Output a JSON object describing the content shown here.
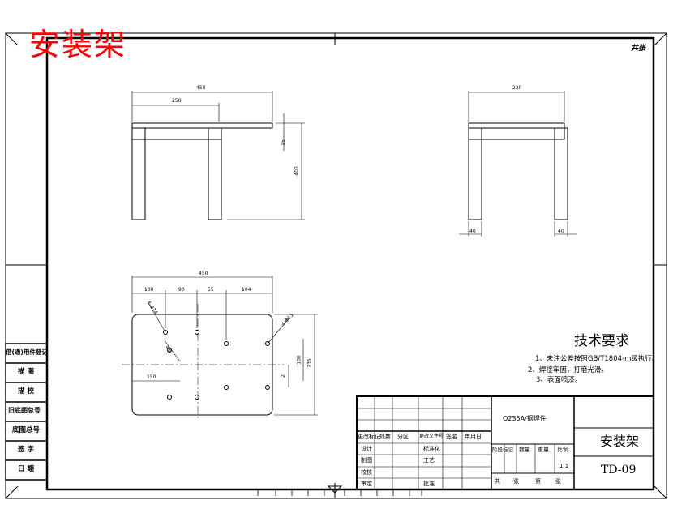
{
  "title_red": "安装架",
  "sheet_note": "共张",
  "technical_requirements": {
    "heading": "技术要求",
    "notes": [
      "1、未注公差按照GB/T1804-m级执行。",
      "2、焊接牢固，打磨光滑。",
      "3、表面喷漆。"
    ]
  },
  "side_labels": [
    "借(通)用件登记",
    "描 图",
    "描 校",
    "旧底图总号",
    "底图总号",
    "签 字",
    "日 期"
  ],
  "title_block": {
    "material": "Q235A/钢焊件",
    "part_name": "安装架",
    "drawing_no": "TD-09",
    "scale": "1:1",
    "revision_header": [
      "更改标记",
      "处数",
      "分区",
      "更改文件号",
      "签名",
      "年月日"
    ],
    "roles": [
      "设计",
      "制图",
      "校核",
      "审定"
    ],
    "roles2": [
      "标准化",
      "工艺",
      "批准"
    ],
    "stage_header": [
      "阶段标记",
      "数量",
      "重量",
      "比例"
    ],
    "sheet_row": [
      "共",
      "张",
      "第",
      "张"
    ]
  },
  "dimensions": {
    "front_width": "450",
    "front_inner": "250",
    "front_thickness": "15",
    "front_height": "400",
    "side_width": "220",
    "side_leg_left": "40",
    "side_leg_right": "40",
    "top_width": "450",
    "top_seg_1": "100",
    "top_seg_2": "90",
    "top_seg_3": "55",
    "top_seg_4": "104",
    "top_depth": "235",
    "top_offset_small": "2",
    "top_offset_mid": "130",
    "top_left_offset": "150",
    "hole_note_1": "4-Φ14",
    "hole_note_2": "4-Φ13",
    "hole_note_3": "Φ6"
  }
}
